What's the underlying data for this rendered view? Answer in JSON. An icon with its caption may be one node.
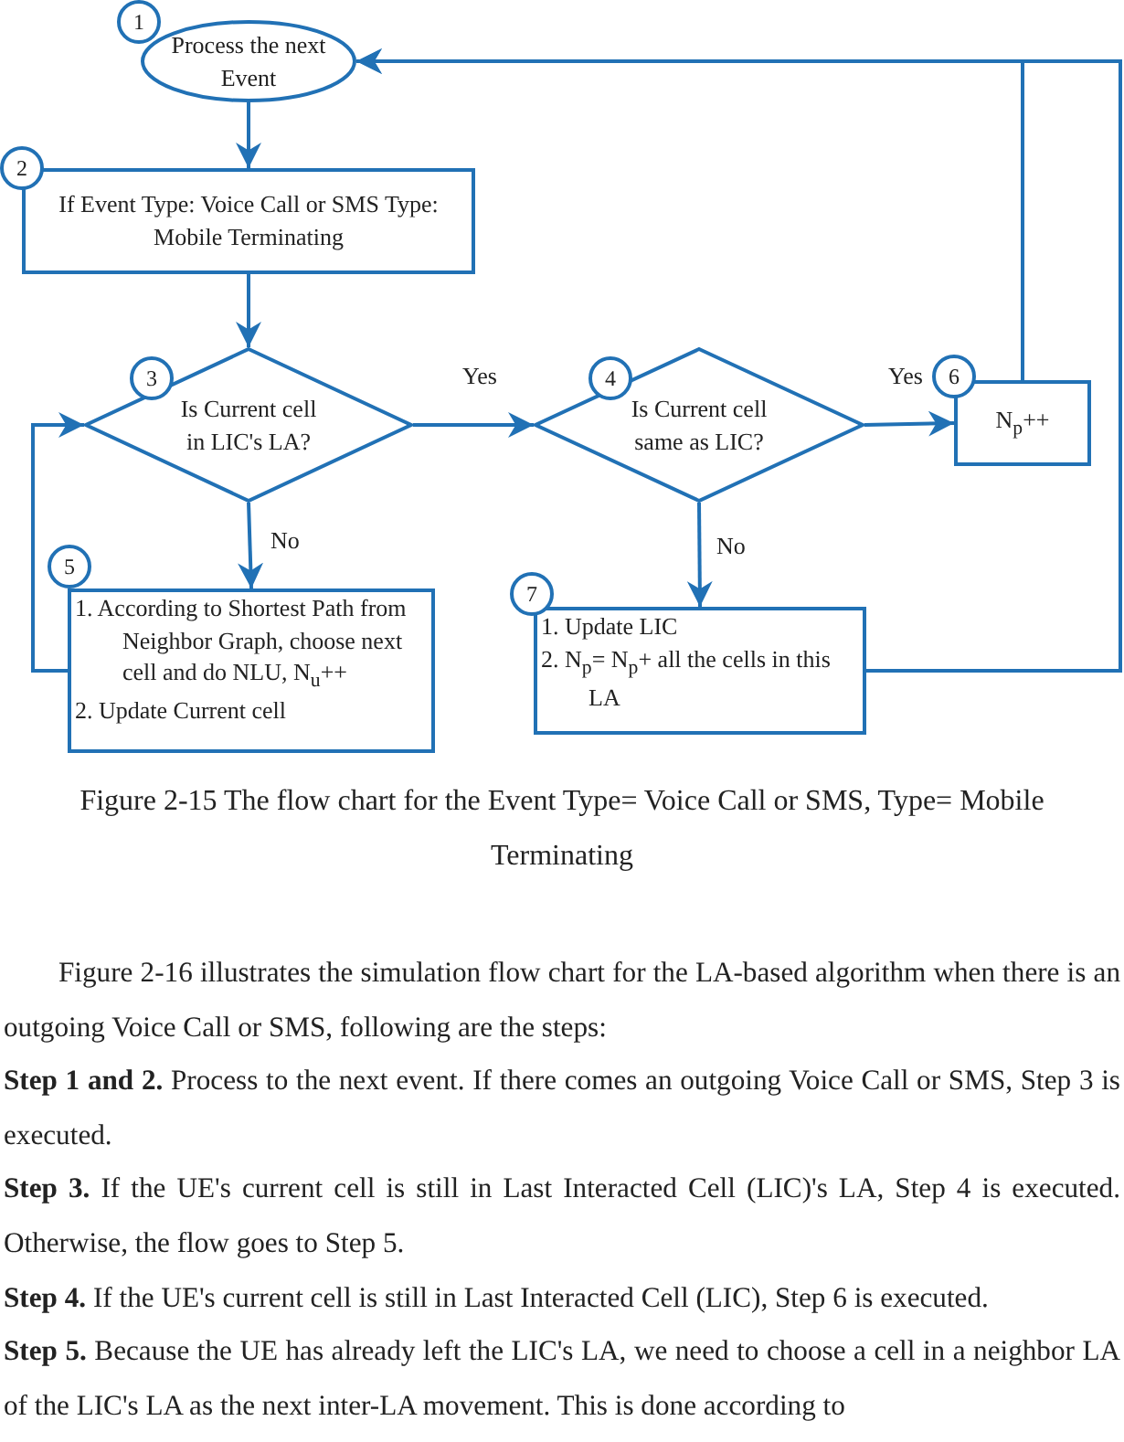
{
  "diagram": {
    "caption": "Figure 2-15 The flow chart for the Event Type= Voice Call or SMS, Type= Mobile Terminating",
    "nodes": [
      {
        "text": [
          "Process the next Event"
        ],
        "beside": [
          "1"
        ]
      },
      {
        "text": [
          "If Event Type: Voice Call or SMS Type: Mobile Terminating"
        ],
        "beside": [
          "2"
        ]
      },
      {
        "text": [
          "Is Current cell in LIC's LA?"
        ],
        "beside": [
          "3"
        ]
      },
      {
        "text": [
          "Is Current cell same as LIC?"
        ],
        "beside": [
          "4"
        ]
      },
      {
        "text": [
          "N$_{p}$++"
        ],
        "beside": [
          "6"
        ]
      },
      {
        "text": [
          "1. According to Shortest Path from Neighbor Graph, choose next cell and do NLU, N$_{u}$++",
          "2. Update Current cell"
        ],
        "beside": [
          "5"
        ]
      },
      {
        "text": [
          "1. Update LIC",
          "2. N$_{p}$= N$_{p}$+ all the cells in this LA"
        ],
        "beside": [
          "7"
        ]
      }
    ],
    "edges": [
      {
        "from": 0,
        "to": 1,
        "arrow": "to"
      },
      {
        "from": 1,
        "to": 2,
        "arrow": "to"
      },
      {
        "from": 2,
        "to": 3,
        "arrow": "to",
        "label": "Yes"
      },
      {
        "from": 3,
        "to": 4,
        "arrow": "to",
        "label": "Yes"
      },
      {
        "from": 2,
        "to": 5,
        "arrow": "to",
        "label": "No"
      },
      {
        "from": 3,
        "to": 6,
        "arrow": "to",
        "label": "No"
      },
      {
        "from": 5,
        "to": 2,
        "arrow": "to"
      },
      {
        "from": 4,
        "to": 0,
        "arrow": "to"
      },
      {
        "from": 6,
        "to": 0,
        "arrow": "to"
      }
    ],
    "labels": [
      "Figure 2-16 illustrates the simulation flow chart for the LA-based algorithm when there is an outgoing Voice Call or SMS, following are the steps:",
      "**Step 1 and 2.** Process to the next event. If there comes an outgoing Voice Call or SMS, Step 3 is executed.",
      "**Step 3.** If the UE's current cell is still in Last Interacted Cell (LIC)'s LA, Step 4 is executed. Otherwise, the flow goes to Step 5.",
      "**Step 4.** If the UE's current cell is still in Last Interacted Cell (LIC), Step 6 is executed.",
      "**Step 5.** Because the UE has already left the LIC's LA, we need to choose a cell in a neighbor LA of the LIC's LA as the next inter-LA movement. This is done according to"
    ]
  }
}
